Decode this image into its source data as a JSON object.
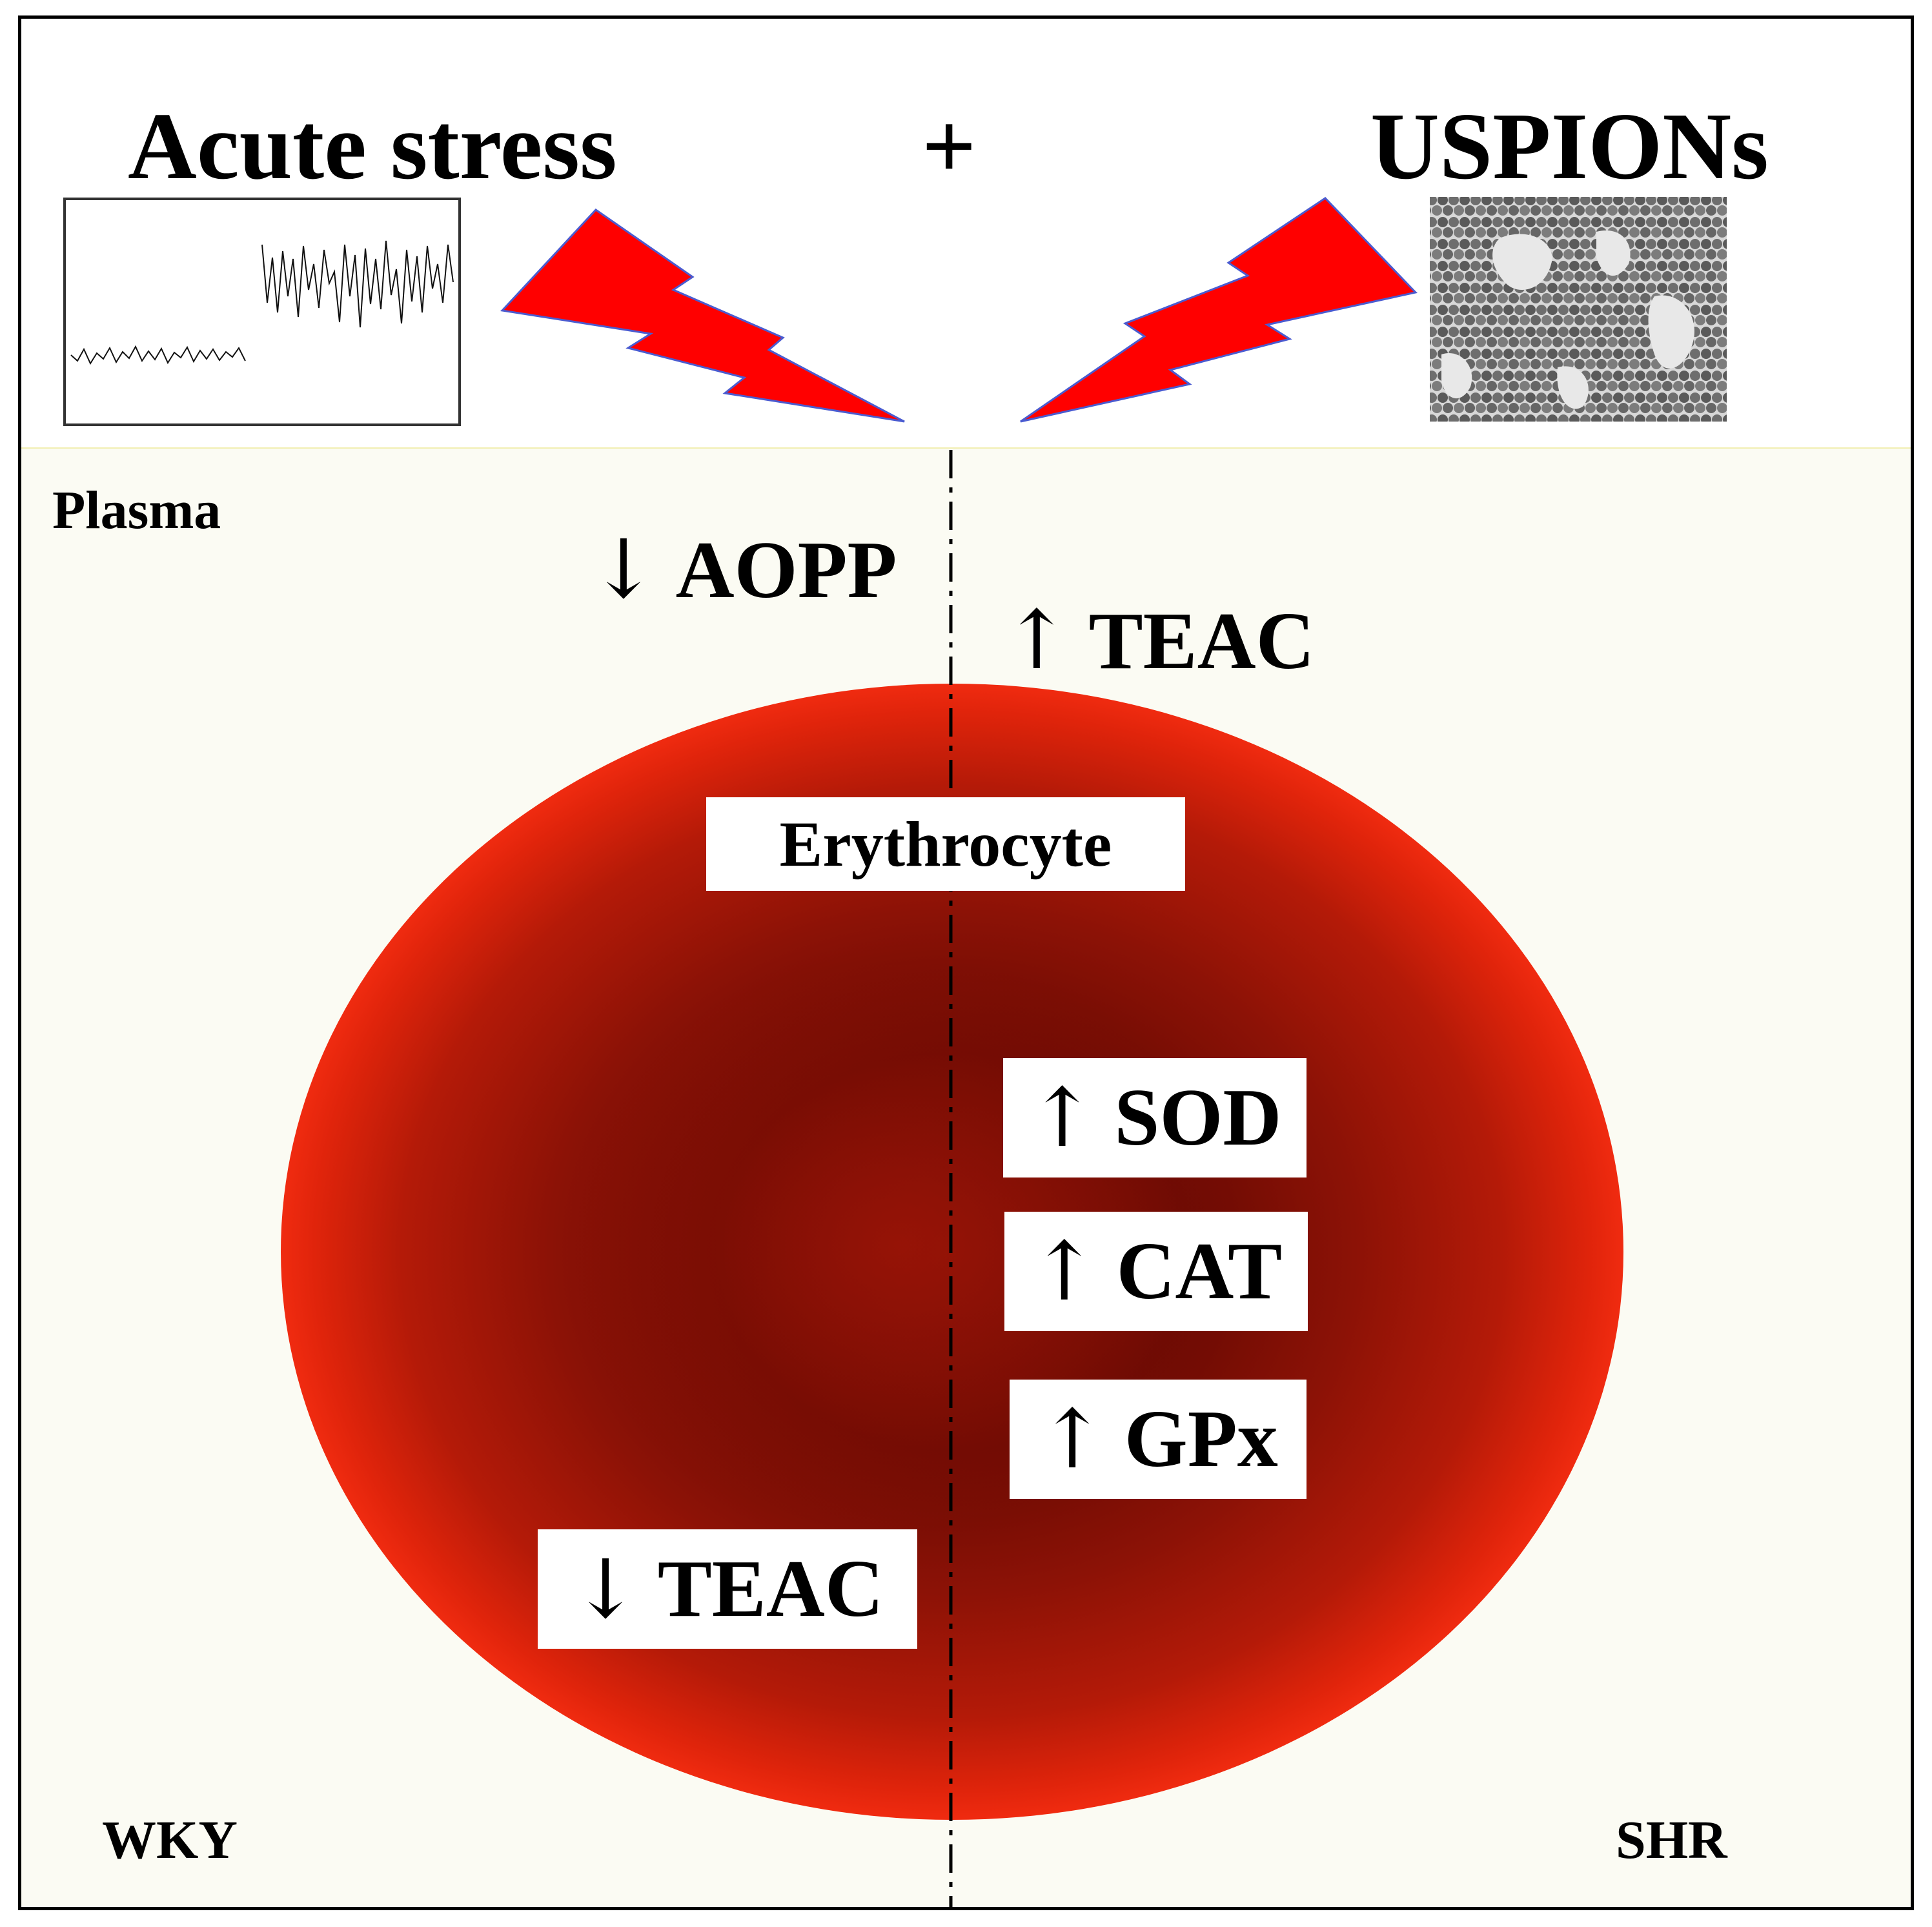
{
  "header": {
    "stressor_left": "Acute stress",
    "plus": "+",
    "stressor_right": "USPIONs"
  },
  "compartments": {
    "plasma": "Plasma",
    "cell": "Erythrocyte"
  },
  "groups": {
    "left": "WKY",
    "right": "SHR"
  },
  "plasma_markers": {
    "aopp": {
      "arrow": "↓",
      "text": "AOPP"
    },
    "teac": {
      "arrow": "↑",
      "text": "TEAC"
    }
  },
  "erythrocyte_markers": {
    "sod": {
      "arrow": "↑",
      "text": "SOD"
    },
    "cat": {
      "arrow": "↑",
      "text": "CAT"
    },
    "gpx": {
      "arrow": "↑",
      "text": "GPx"
    },
    "teac": {
      "arrow": "↓",
      "text": "TEAC"
    }
  },
  "colors": {
    "lightning": "#ff0000",
    "erythrocyte": "#c41a06",
    "plasma_bg": "#fbfbf3"
  }
}
